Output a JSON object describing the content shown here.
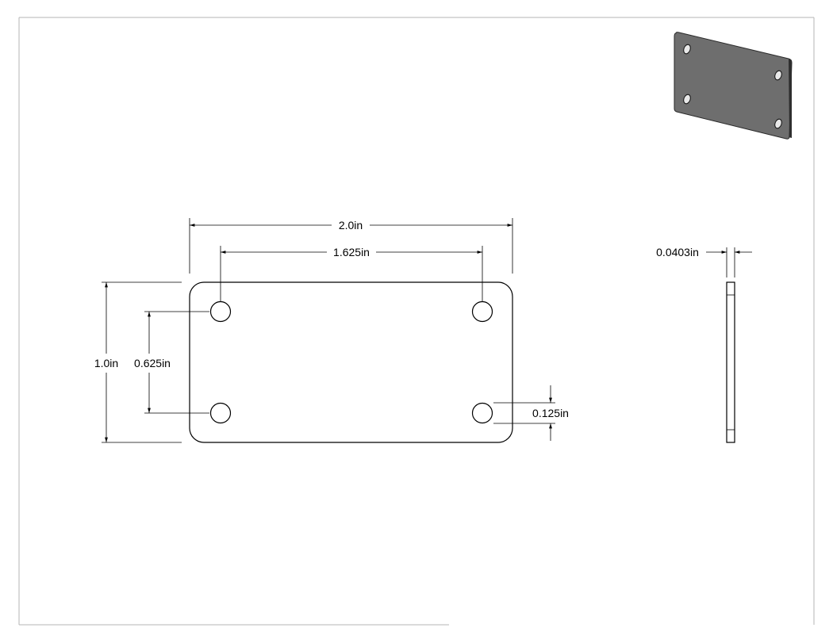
{
  "dimensions": {
    "overall_width": "2.0in",
    "hole_spacing_x": "1.625in",
    "overall_height": "1.0in",
    "hole_spacing_y": "0.625in",
    "hole_diameter": "0.125in",
    "thickness": "0.0403in"
  },
  "colors": {
    "line": "#000000",
    "sheet_border": "#b5b5b5",
    "iso_face": "#6e6e6e",
    "iso_edge": "#3a3a3a",
    "background": "#ffffff"
  }
}
